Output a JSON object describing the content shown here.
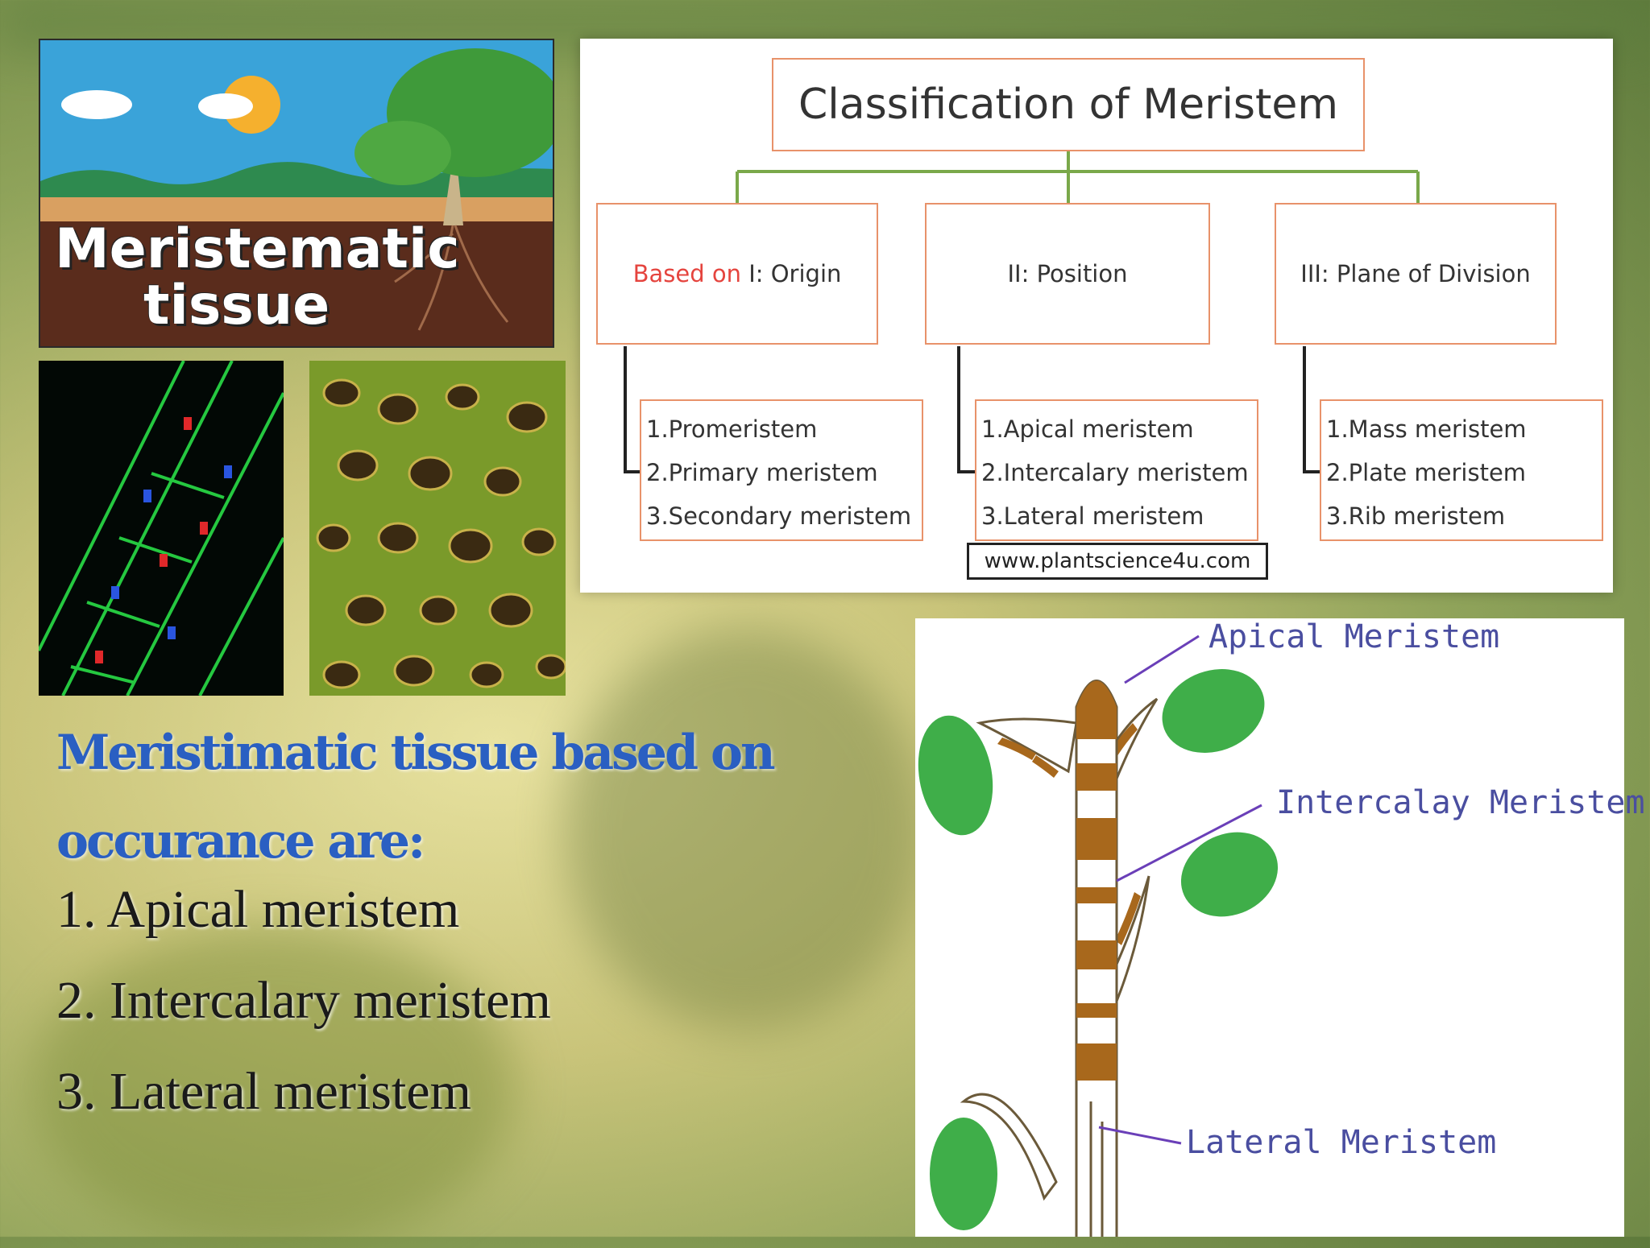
{
  "banner": {
    "title_line1": "Meristematic",
    "title_line2": "tissue"
  },
  "classification": {
    "title": "Classification of Meristem",
    "categories": [
      {
        "prefix": "Based on ",
        "label": "I: Origin",
        "items": [
          "1.Promeristem",
          "2.Primary meristem",
          "3.Secondary meristem"
        ]
      },
      {
        "prefix": "",
        "label": "II: Position",
        "items": [
          "1.Apical meristem",
          "2.Intercalary  meristem",
          "3.Lateral meristem"
        ]
      },
      {
        "prefix": "",
        "label": "III: Plane of Division",
        "items": [
          "1.Mass meristem",
          "2.Plate meristem",
          "3.Rib meristem"
        ]
      }
    ],
    "website": "www.plantscience4u.com"
  },
  "content": {
    "heading": "Meristimatic  tissue based on occurance are:",
    "list": [
      "1.  Apical meristem",
      "2.   Intercalary meristem",
      "3.   Lateral meristem"
    ]
  },
  "stem_diagram": {
    "labels": {
      "apical": "Apical Meristem",
      "intercalary": "Intercalay Meristem",
      "lateral": "Lateral Meristem"
    }
  },
  "colors": {
    "box_border": "#e8926a",
    "connector": "#7aa84a",
    "heading": "#2a5fc2",
    "leaf": "#3fae49",
    "meristem": "#a8681c",
    "label": "#4a4ea0"
  }
}
